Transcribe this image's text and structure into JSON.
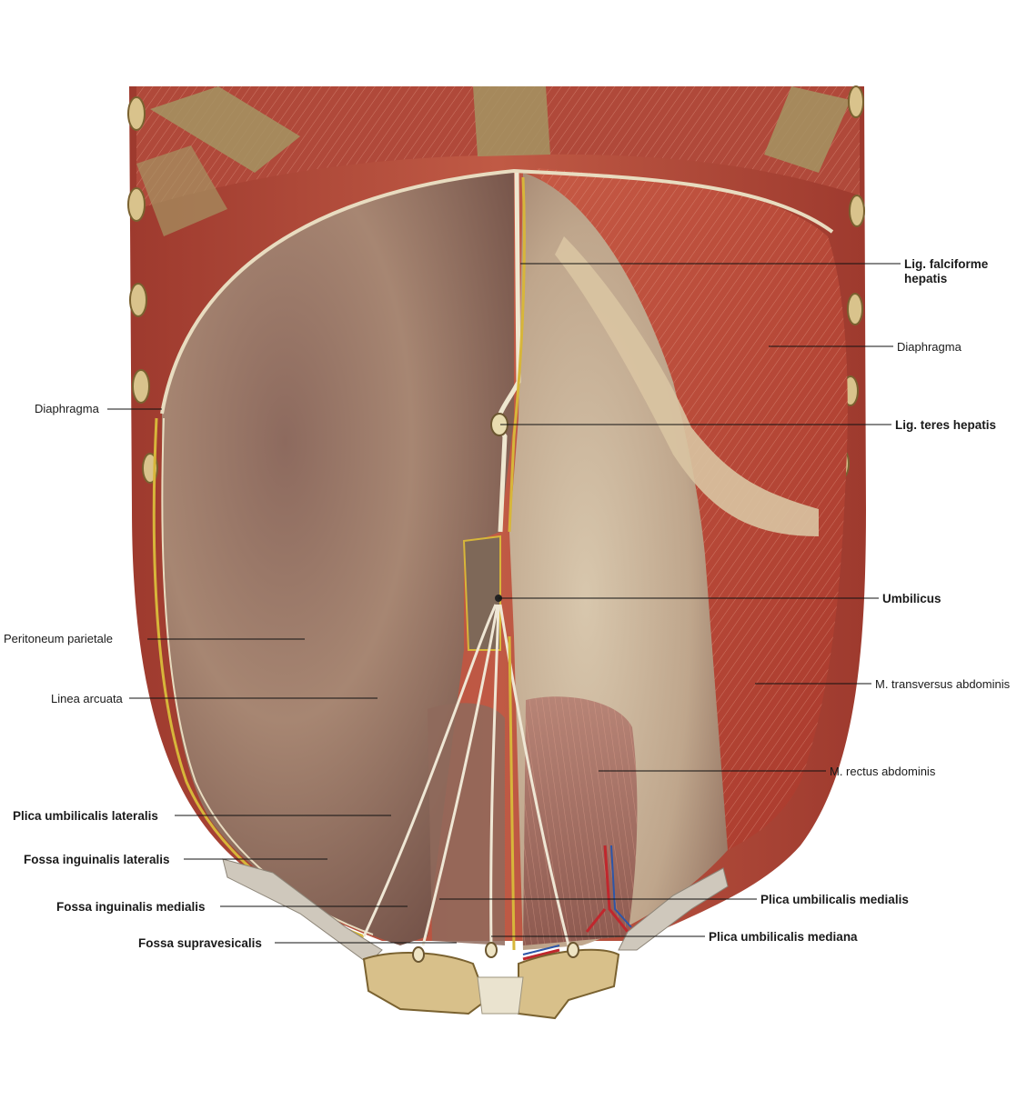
{
  "colors": {
    "muscle": "#b8473a",
    "muscle_dark": "#8e2e24",
    "muscle_light": "#d1705e",
    "peritoneum": "#b89a86",
    "peritoneum_dark": "#7d5a4c",
    "peritoneum_light": "#d9c6b0",
    "tendon": "#c7b184",
    "fat": "#d7b63a",
    "bone": "#cfb87a",
    "background": "#ffffff",
    "text": "#1a1a1a"
  },
  "labels": {
    "lig_falciforme_line1": "Lig. falciforme",
    "lig_falciforme_line2": "hepatis",
    "diaphragma_right": "Diaphragma",
    "diaphragma_left": "Diaphragma",
    "lig_teres": "Lig. teres hepatis",
    "umbilicus": "Umbilicus",
    "peritoneum_parietale": "Peritoneum parietale",
    "m_transversus": "M. transversus abdominis",
    "linea_arcuata": "Linea arcuata",
    "m_rectus": "M. rectus abdominis",
    "plica_umb_lateralis": "Plica umbilicalis lateralis",
    "fossa_ing_lateralis": "Fossa inguinalis lateralis",
    "plica_umb_medialis": "Plica umbilicalis medialis",
    "fossa_ing_medialis": "Fossa inguinalis medialis",
    "plica_umb_mediana": "Plica umbilicalis mediana",
    "fossa_supravesicalis": "Fossa supravesicalis"
  }
}
